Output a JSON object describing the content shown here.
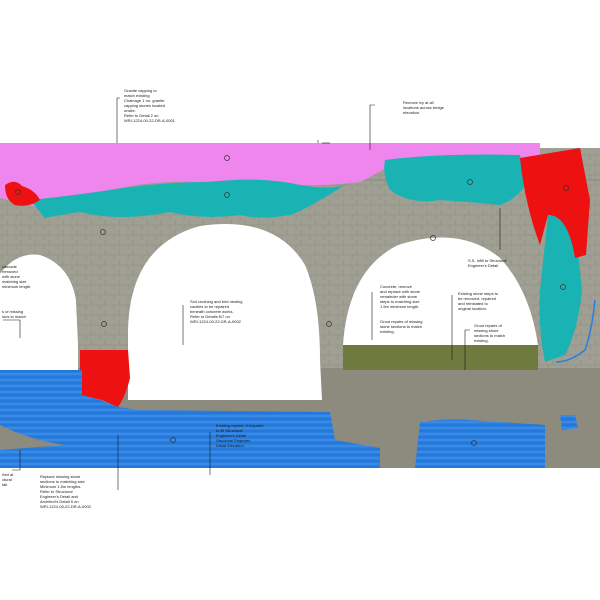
{
  "annotations": {
    "coping": [
      "Granite capping to",
      "match existing",
      "Chainage 1 no. granite",
      "capping stones located",
      "onsite.",
      "Refer to Detail 2 on",
      "WRI-1224-00-22-DR-A-0001"
    ],
    "ivy": [
      "Remove ivy at all",
      "locations across bridge",
      "elevation."
    ],
    "ss_infill": [
      "S.S. Infill to Structural",
      "Engineer's Detail"
    ],
    "concrete": [
      "Concrete, remove",
      "and replace with stone",
      "remainder with stone",
      "steps to matching size",
      "1.5m minimum length."
    ],
    "stone_steps": [
      "Existing stone steps to",
      "be removed, repaired",
      "and reinstated to",
      "original location."
    ],
    "grout": [
      "Grout repairs of missing",
      "stone sections to match",
      "existing."
    ],
    "grout_right": [
      "Grout repairs of",
      "missing stone",
      "sections to match",
      "existing."
    ],
    "soil": [
      "Soil crushing and bird nesting",
      "cavities to be repaired",
      "beneath concrete works.",
      "Refer to Details 6/7 on",
      "WRI-1224-00-22-DR-A-0002"
    ],
    "left_steps": [
      "cascade",
      "removed",
      "with stone",
      "matching size",
      "minimum length."
    ],
    "left_missing": [
      "s of missing",
      "ions to match"
    ],
    "repoint": [
      "Existing repoint, if required",
      "to fill Structural",
      "Engineer's Detail",
      "Structural Engineer",
      "Detail Elevation."
    ],
    "replace": [
      "Replace missing stone",
      "sections to matching size",
      "Minimum 1.5m lengths.",
      "Refer to Structural",
      "Engineer's Detail and",
      "Architect's Detail 5 on",
      "WRI-1224-00-22-DR-A-0002"
    ],
    "bottom_left": [
      "rted at",
      "ctural",
      "tail."
    ]
  },
  "colors": {
    "coping": "#ee86ee",
    "infill": "#1ab3b3",
    "repair": "#ee1111",
    "water": "#2a7fe0",
    "stone": "#9d9d90",
    "vegetation": "#6f7a3f"
  }
}
